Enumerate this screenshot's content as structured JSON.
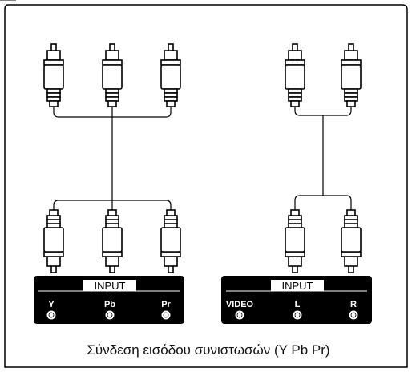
{
  "caption": "Σύνδεση εισόδου συνιστωσών (Y Pb Pr)",
  "left_panel": {
    "title": "INPUT",
    "jacks": [
      "Y",
      "Pb",
      "Pr"
    ]
  },
  "right_panel": {
    "title": "INPUT",
    "jacks": [
      "VIDEO",
      "L",
      "R"
    ]
  },
  "colors": {
    "panel": "#000000",
    "line": "#000000",
    "background": "#ffffff"
  }
}
